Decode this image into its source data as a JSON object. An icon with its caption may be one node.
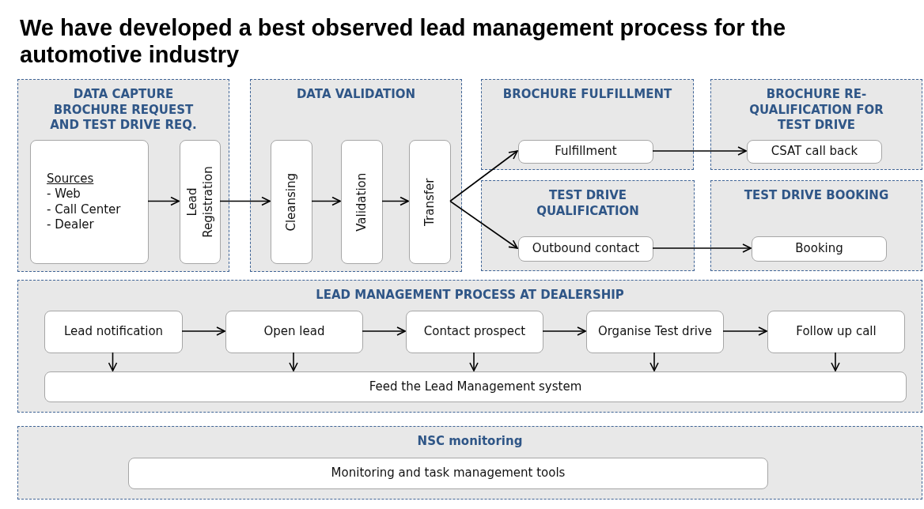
{
  "diagram": {
    "title": "We have developed a best observed lead management process for the automotive industry",
    "nodes": [
      {
        "text": [
          "DATA CAPTURE BROCHURE REQUEST AND TEST DRIVE REQ."
        ]
      },
      {
        "text": [
          "Sources",
          "- Web",
          "- Call Center",
          "- Dealer"
        ],
        "in": 0
      },
      {
        "text": [
          "Lead Registration"
        ],
        "in": 0
      },
      {
        "text": [
          "DATA VALIDATION"
        ]
      },
      {
        "text": [
          "Cleansing"
        ],
        "in": 3
      },
      {
        "text": [
          "Validation"
        ],
        "in": 3
      },
      {
        "text": [
          "Transfer"
        ],
        "in": 3
      },
      {
        "text": [
          "BROCHURE FULFILLMENT"
        ]
      },
      {
        "text": [
          "Fulfillment"
        ],
        "in": 7
      },
      {
        "text": [
          "BROCHURE RE-QUALIFICATION FOR TEST DRIVE"
        ]
      },
      {
        "text": [
          "CSAT call back"
        ],
        "in": 9
      },
      {
        "text": [
          "TEST DRIVE QUALIFICATION"
        ]
      },
      {
        "text": [
          "Outbound contact"
        ],
        "in": 11
      },
      {
        "text": [
          "TEST DRIVE BOOKING"
        ]
      },
      {
        "text": [
          "Booking"
        ],
        "in": 13
      },
      {
        "text": [
          "LEAD MANAGEMENT PROCESS AT DEALERSHIP"
        ]
      },
      {
        "text": [
          "Lead notification"
        ],
        "in": 15
      },
      {
        "text": [
          "Open lead"
        ],
        "in": 15
      },
      {
        "text": [
          "Contact prospect"
        ],
        "in": 15
      },
      {
        "text": [
          "Organise Test drive"
        ],
        "in": 15
      },
      {
        "text": [
          "Follow up call"
        ],
        "in": 15
      },
      {
        "text": [
          "Feed the Lead Management system"
        ],
        "in": 15
      },
      {
        "text": [
          "NSC monitoring"
        ]
      },
      {
        "text": [
          "Monitoring and task management tools"
        ],
        "in": 22
      }
    ],
    "edges": [
      {
        "from": 1,
        "to": 2,
        "arrow": "to"
      },
      {
        "from": 2,
        "to": 4,
        "arrow": "to"
      },
      {
        "from": 4,
        "to": 5,
        "arrow": "to"
      },
      {
        "from": 5,
        "to": 6,
        "arrow": "to"
      },
      {
        "from": 6,
        "to": 8,
        "arrow": "to"
      },
      {
        "from": 6,
        "to": 12,
        "arrow": "to"
      },
      {
        "from": 8,
        "to": 10,
        "arrow": "to"
      },
      {
        "from": 12,
        "to": 14,
        "arrow": "to"
      },
      {
        "from": 16,
        "to": 17,
        "arrow": "to"
      },
      {
        "from": 17,
        "to": 18,
        "arrow": "to"
      },
      {
        "from": 18,
        "to": 19,
        "arrow": "to"
      },
      {
        "from": 19,
        "to": 20,
        "arrow": "to"
      },
      {
        "from": 16,
        "to": 21,
        "arrow": "to"
      },
      {
        "from": 17,
        "to": 21,
        "arrow": "to"
      },
      {
        "from": 18,
        "to": 21,
        "arrow": "to"
      },
      {
        "from": 19,
        "to": 21,
        "arrow": "to"
      },
      {
        "from": 20,
        "to": 21,
        "arrow": "to"
      }
    ]
  }
}
